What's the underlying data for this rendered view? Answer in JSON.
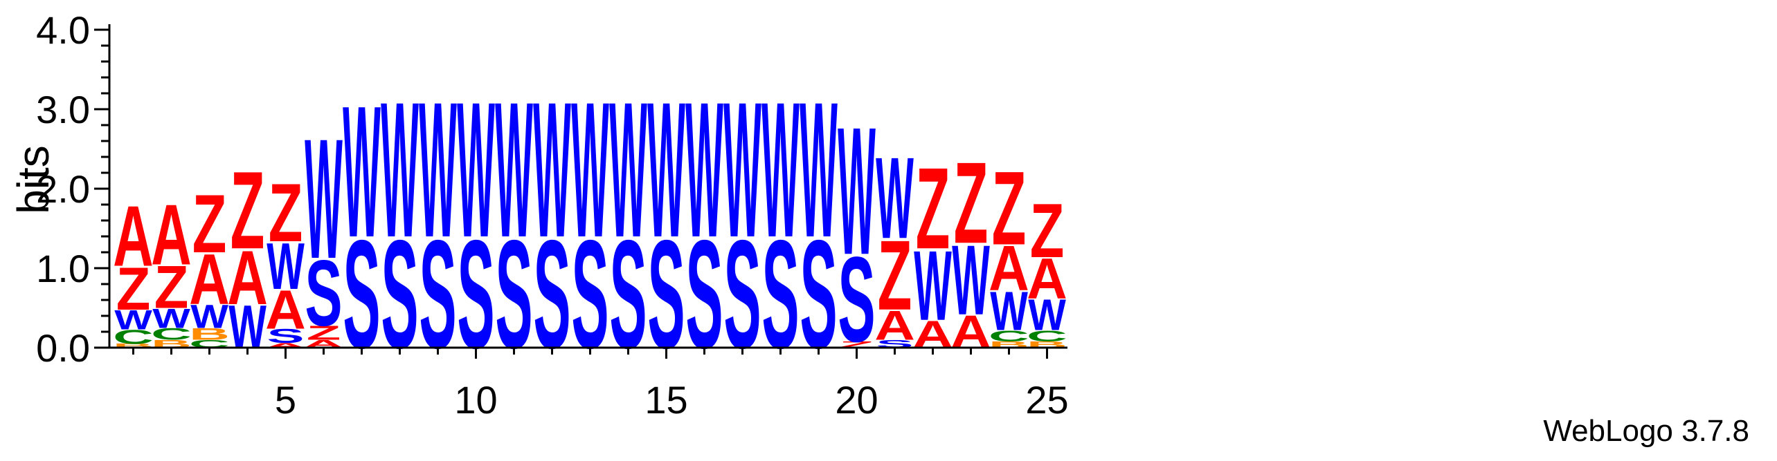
{
  "chart_data": {
    "type": "sequence_logo",
    "ylabel": "bits",
    "ylim": [
      0,
      4.0
    ],
    "y_ticks": [
      "0.0",
      "1.0",
      "2.0",
      "3.0",
      "4.0"
    ],
    "x_ticks": [
      5,
      10,
      15,
      20,
      25
    ],
    "positions": 25,
    "colors": {
      "A": "#ff0000",
      "Z": "#ff0000",
      "W": "#0000ff",
      "S": "#0000ff",
      "C": "#008000",
      "B": "#ff8c00"
    },
    "stacks": [
      {
        "pos": 1,
        "letters": [
          [
            "B",
            0.05
          ],
          [
            "C",
            0.18
          ],
          [
            "W",
            0.25
          ],
          [
            "Z",
            0.55
          ],
          [
            "A",
            0.78
          ]
        ]
      },
      {
        "pos": 2,
        "letters": [
          [
            "B",
            0.1
          ],
          [
            "C",
            0.15
          ],
          [
            "W",
            0.25
          ],
          [
            "Z",
            0.55
          ],
          [
            "A",
            0.78
          ]
        ]
      },
      {
        "pos": 3,
        "letters": [
          [
            "C",
            0.1
          ],
          [
            "B",
            0.15
          ],
          [
            "W",
            0.3
          ],
          [
            "A",
            0.65
          ],
          [
            "Z",
            0.75
          ]
        ]
      },
      {
        "pos": 4,
        "letters": [
          [
            "W",
            0.55
          ],
          [
            "A",
            0.7
          ],
          [
            "Z",
            1.0
          ]
        ]
      },
      {
        "pos": 5,
        "letters": [
          [
            "A",
            0.06
          ],
          [
            "S",
            0.18
          ],
          [
            "A",
            0.5
          ],
          [
            "W",
            0.6
          ],
          [
            "Z",
            0.75
          ]
        ]
      },
      {
        "pos": 6,
        "letters": [
          [
            "A",
            0.1
          ],
          [
            "Z",
            0.18
          ],
          [
            "S",
            0.85
          ],
          [
            "W",
            1.55
          ]
        ]
      },
      {
        "pos": 7,
        "letters": [
          [
            "S",
            1.4
          ],
          [
            "W",
            1.7
          ]
        ]
      },
      {
        "pos": 8,
        "letters": [
          [
            "S",
            1.4
          ],
          [
            "W",
            1.75
          ]
        ]
      },
      {
        "pos": 9,
        "letters": [
          [
            "S",
            1.4
          ],
          [
            "W",
            1.75
          ]
        ]
      },
      {
        "pos": 10,
        "letters": [
          [
            "S",
            1.4
          ],
          [
            "W",
            1.75
          ]
        ]
      },
      {
        "pos": 11,
        "letters": [
          [
            "S",
            1.4
          ],
          [
            "W",
            1.75
          ]
        ]
      },
      {
        "pos": 12,
        "letters": [
          [
            "S",
            1.4
          ],
          [
            "W",
            1.75
          ]
        ]
      },
      {
        "pos": 13,
        "letters": [
          [
            "S",
            1.4
          ],
          [
            "W",
            1.75
          ]
        ]
      },
      {
        "pos": 14,
        "letters": [
          [
            "S",
            1.4
          ],
          [
            "W",
            1.75
          ]
        ]
      },
      {
        "pos": 15,
        "letters": [
          [
            "S",
            1.4
          ],
          [
            "W",
            1.75
          ]
        ]
      },
      {
        "pos": 16,
        "letters": [
          [
            "S",
            1.4
          ],
          [
            "W",
            1.75
          ]
        ]
      },
      {
        "pos": 17,
        "letters": [
          [
            "S",
            1.4
          ],
          [
            "W",
            1.75
          ]
        ]
      },
      {
        "pos": 18,
        "letters": [
          [
            "S",
            1.4
          ],
          [
            "W",
            1.75
          ]
        ]
      },
      {
        "pos": 19,
        "letters": [
          [
            "S",
            1.4
          ],
          [
            "W",
            1.75
          ]
        ]
      },
      {
        "pos": 20,
        "letters": [
          [
            "Z",
            0.08
          ],
          [
            "S",
            1.1
          ],
          [
            "W",
            1.65
          ]
        ]
      },
      {
        "pos": 21,
        "letters": [
          [
            "S",
            0.1
          ],
          [
            "A",
            0.38
          ],
          [
            "Z",
            0.9
          ],
          [
            "W",
            1.05
          ]
        ]
      },
      {
        "pos": 22,
        "letters": [
          [
            "A",
            0.35
          ],
          [
            "W",
            0.9
          ],
          [
            "Z",
            1.05
          ]
        ]
      },
      {
        "pos": 23,
        "letters": [
          [
            "A",
            0.42
          ],
          [
            "W",
            0.9
          ],
          [
            "Z",
            1.05
          ]
        ]
      },
      {
        "pos": 24,
        "letters": [
          [
            "B",
            0.08
          ],
          [
            "C",
            0.14
          ],
          [
            "W",
            0.5
          ],
          [
            "A",
            0.58
          ],
          [
            "Z",
            0.95
          ]
        ]
      },
      {
        "pos": 25,
        "letters": [
          [
            "B",
            0.08
          ],
          [
            "C",
            0.14
          ],
          [
            "W",
            0.4
          ],
          [
            "A",
            0.52
          ],
          [
            "Z",
            0.7
          ]
        ]
      }
    ]
  },
  "footer": {
    "credit": "WebLogo 3.7.8"
  }
}
